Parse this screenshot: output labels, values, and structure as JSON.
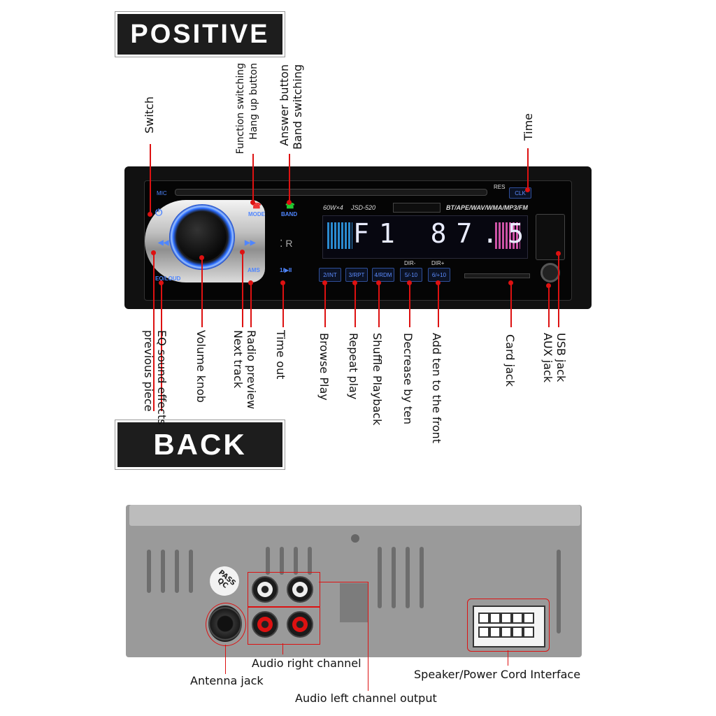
{
  "headings": {
    "front": "POSITIVE",
    "back": "BACK"
  },
  "front_labels": {
    "switch": "Switch",
    "hang_up": [
      "Hang up button",
      "Function switching"
    ],
    "band": [
      "Band switching",
      "Answer button"
    ],
    "time": "Time",
    "eq": [
      "EQ sound effects",
      "previous piece"
    ],
    "volume": "Volume knob",
    "radio": [
      "Radio preview",
      "Next track"
    ],
    "timeout": "Time out",
    "browse": "Browse Play",
    "repeat": "Repeat play",
    "shuffle": "Shuffle Playback",
    "decrease": "Decrease by ten",
    "add_ten": "Add ten to the front",
    "card": "Card jack",
    "usb_aux": [
      "USB jack",
      "AUX jack"
    ]
  },
  "back_labels": {
    "audio_right": "Audio right channel",
    "antenna": "Antenna jack",
    "audio_left": "Audio left channel output",
    "speaker": "Speaker/Power Cord Interface"
  },
  "device": {
    "mic": "MIC",
    "res": "RES",
    "clk": "CLK",
    "mode": "MODE",
    "band": "BAND",
    "power_rating": "60W×4",
    "model": "JSD-520",
    "formats": "BT/APE/WAV/WMA/MP3/FM",
    "display": "F1 87.5",
    "ams": "AMS",
    "play_pause": "1/▶II",
    "eq_loud": "EQ/LOUD",
    "buttons": [
      "2/INT",
      "3/RPT",
      "4/RDM",
      "5/-10",
      "6/+10"
    ],
    "dir_minus": "DIR-",
    "dir_plus": "DIR+",
    "pass_qc": "PASS QC"
  },
  "colors": {
    "accent": "#d11111",
    "display_blue": "#2a6cff"
  }
}
